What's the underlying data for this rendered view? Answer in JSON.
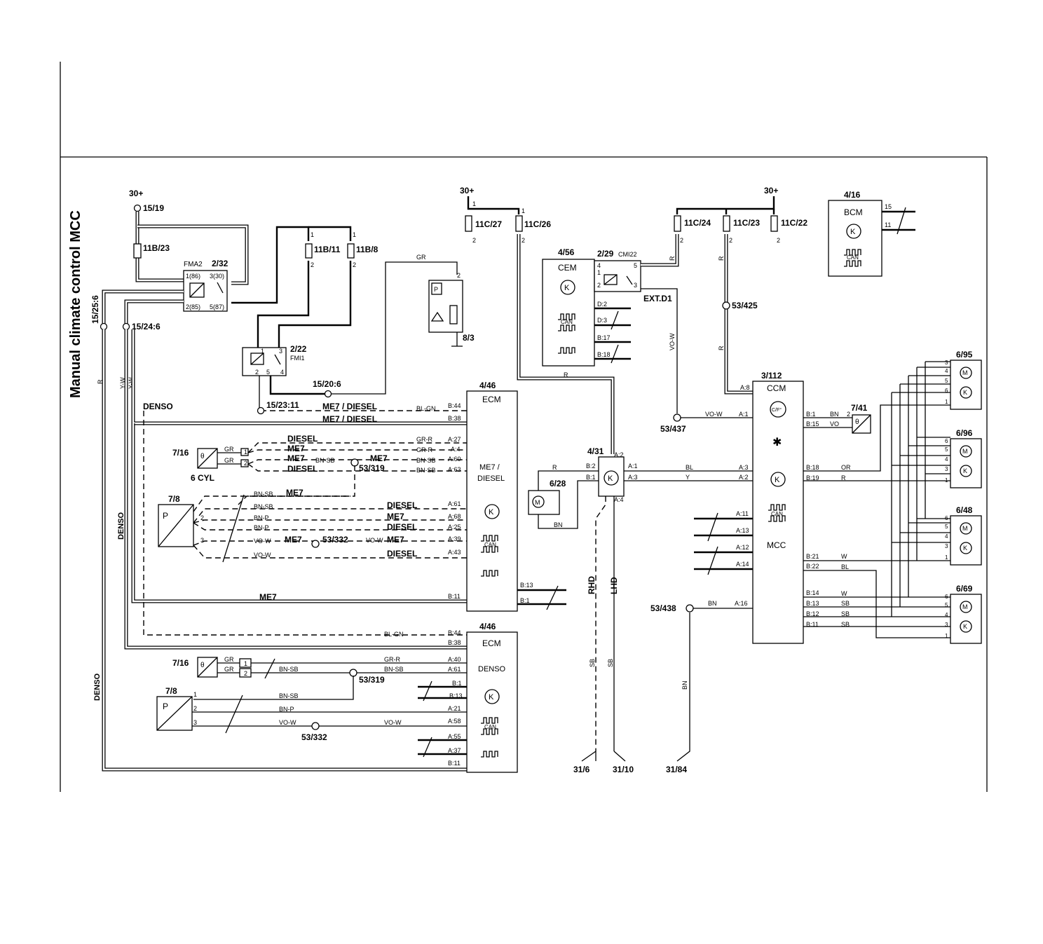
{
  "title": "Manual climate control MCC",
  "supply": [
    "30+",
    "30+",
    "30+"
  ],
  "fuses": [
    "11B/23",
    "11B/11",
    "11B/8",
    "11C/27",
    "11C/26",
    "11C/24",
    "11C/23",
    "11C/22"
  ],
  "relays": {
    "fma2": {
      "id": "2/32",
      "name": "FMA2",
      "pins": [
        "1(86)",
        "3(30)",
        "2(85)",
        "5(87)"
      ]
    },
    "fmi1": {
      "id": "2/22",
      "name": "FMI1"
    },
    "cmi22": {
      "id": "2/29",
      "name": "CMI22"
    }
  },
  "junctions": [
    "15/19",
    "15/25:6",
    "15/24:6",
    "15/20:6",
    "15/23:11",
    "53/425",
    "53/437",
    "53/319",
    "53/332",
    "53/319",
    "53/332",
    "53/438"
  ],
  "modules": {
    "cem": {
      "id": "4/56",
      "name": "CEM",
      "pins": [
        "D:2",
        "D:3",
        "B:17",
        "B:18"
      ]
    },
    "bcm": {
      "id": "4/16",
      "name": "BCM",
      "pins": [
        "15",
        "11"
      ]
    },
    "ecm1": {
      "id": "4/46",
      "name": "ECM",
      "variant": "ME7 / DIESEL"
    },
    "ecm2": {
      "id": "4/46",
      "name": "ECM",
      "variant": "DENSO"
    },
    "ccm": {
      "id": "3/112",
      "name": "CCM",
      "sub": "MCC"
    },
    "fanmod": {
      "id": "4/31"
    }
  },
  "components": {
    "pressure_sensor_top": "8/3",
    "temp_sensor_1": "7/16",
    "pressure_1": "7/8",
    "temp_sensor_2": "7/16",
    "pressure_2": "7/8",
    "fan_motor": "6/28",
    "cabin_temp": "7/41",
    "damper_motors": [
      "6/95",
      "6/96",
      "6/48",
      "6/69"
    ]
  },
  "grounds": [
    "31/6",
    "31/10",
    "31/84"
  ],
  "labels": {
    "denso": "DENSO",
    "me7_diesel": "ME7 / DIESEL",
    "me7": "ME7",
    "diesel": "DIESEL",
    "six_cyl": "6 CYL",
    "ext_d1": "EXT.D1",
    "rhd": "RHD",
    "lhd": "LHD",
    "can": "CAN",
    "celsius": "C/F°"
  },
  "wire_colors": {
    "gr": "GR",
    "gr_r": "GR-R",
    "bl_gn": "BL-GN",
    "bn_sb": "BN-SB",
    "bn_p": "BN-P",
    "vo_w": "VO-W",
    "y_w": "Y-W",
    "r": "R",
    "bl": "BL",
    "y": "Y",
    "bn": "BN",
    "vo": "VO",
    "or": "OR",
    "w": "W",
    "sb": "SB"
  },
  "ecm1_pins": [
    "B:44",
    "B:38",
    "A:27",
    "A:4",
    "A:60",
    "A:63",
    "A:61",
    "A:68",
    "A:25",
    "A:39",
    "A:43",
    "B:13",
    "B:1",
    "B:11"
  ],
  "ecm2_pins": [
    "B:44",
    "B:38",
    "A:40",
    "A:61",
    "B:1",
    "B:13",
    "A:21",
    "A:58",
    "A:55",
    "A:37",
    "B:11"
  ],
  "fan_pins": [
    "A:2",
    "B:2",
    "B:1",
    "A:1",
    "A:3",
    "A:4"
  ],
  "ccm_pins_left": [
    "A:8",
    "A:1",
    "A:3",
    "A:2",
    "A:11",
    "A:13",
    "A:12",
    "A:14",
    "A:16"
  ],
  "ccm_pins_right": [
    "B:1",
    "B:15",
    "B:18",
    "B:19",
    "B:21",
    "B:22",
    "B:14",
    "B:13",
    "B:12",
    "B:11"
  ],
  "motor_pins": [
    "3",
    "4",
    "5",
    "6",
    "1"
  ],
  "cmi_pins": [
    "4",
    "1",
    "2",
    "5",
    "3"
  ],
  "fmi_pins": [
    "1",
    "3",
    "2",
    "5",
    "4"
  ],
  "sensor_pins": [
    "1",
    "2",
    "3"
  ],
  "numbers": {
    "one": "1",
    "two": "2"
  }
}
